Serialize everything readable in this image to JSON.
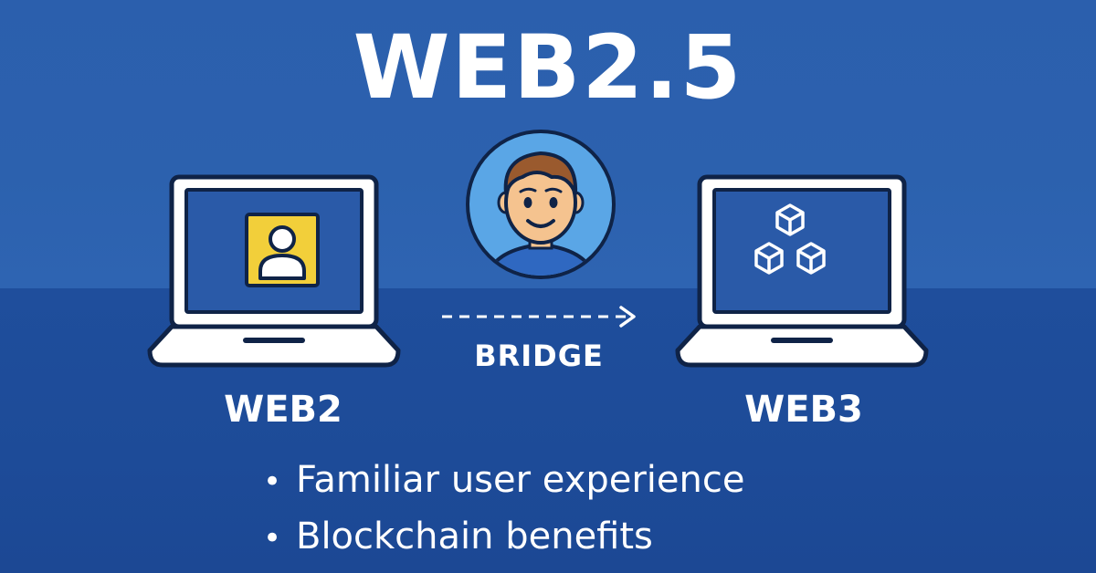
{
  "title": "WEB2.5",
  "left": {
    "label": "WEB2",
    "icon": "user-profile-icon"
  },
  "right": {
    "label": "WEB3",
    "icon": "blockchain-cubes-icon"
  },
  "center": {
    "icon": "person-avatar-icon",
    "bridge_label": "BRIDGE"
  },
  "bullets": [
    {
      "text": "Familiar user experience"
    },
    {
      "text": "Blockchain benefits"
    }
  ],
  "colors": {
    "background_top": "#2c61ae",
    "background_bottom": "#1f4e9c",
    "laptop_outline": "#0f2347",
    "laptop_body": "#ffffff",
    "screen": "#2a5aa8",
    "user_tile": "#f2cf3a",
    "avatar_circle": "#5aa6e6",
    "text": "#ffffff"
  }
}
